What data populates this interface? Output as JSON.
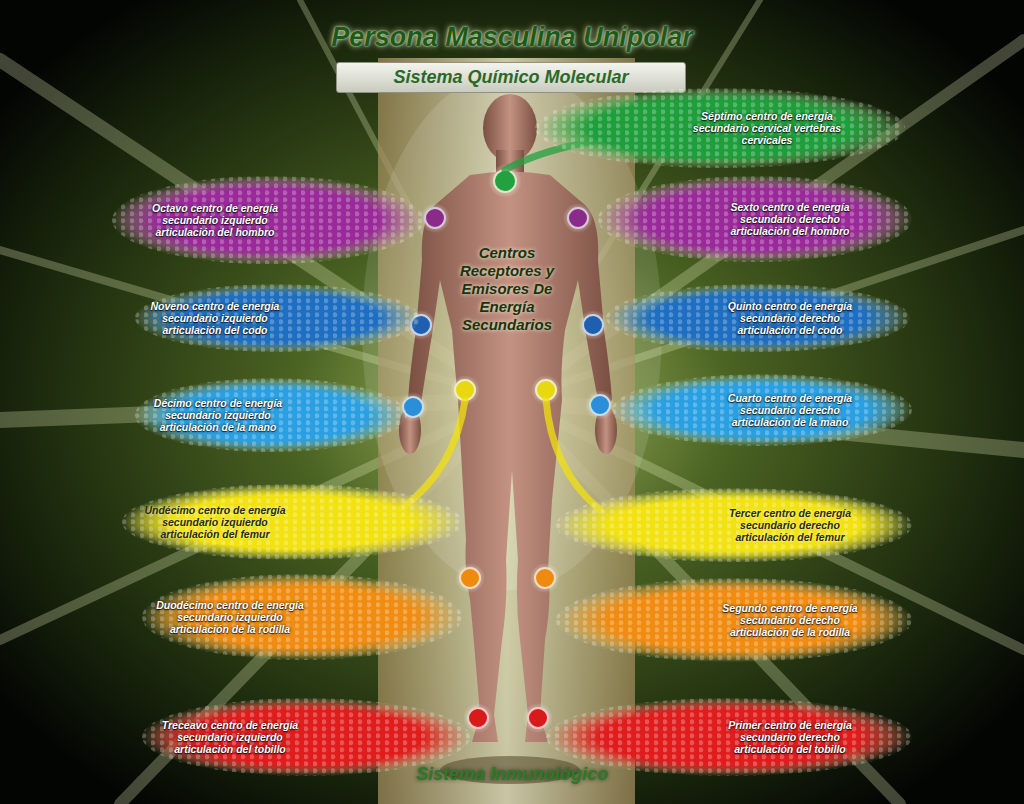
{
  "diagram": {
    "title": "Persona Masculina Unipolar",
    "nodes": [
      {
        "text": [
          "Sistema Químico Molecular"
        ]
      },
      {
        "text": [
          "Séptimo centro de energía secundario cervical vertebras cervicales"
        ]
      },
      {
        "text": [
          "Octavo centro de energía secundario izquierdo articulación del hombro"
        ]
      },
      {
        "text": [
          "Sexto centro de energía secundario derecho articulación del hombro"
        ]
      },
      {
        "text": [
          "Noveno centro de energía secundario izquierdo articulación del codo"
        ]
      },
      {
        "text": [
          "Quinto centro de energía secundario derecho articulación del codo"
        ]
      },
      {
        "text": [
          "Décimo centro de energía secundario izquierdo articulación de la mano"
        ]
      },
      {
        "text": [
          "Cuarto centro de energía secundario derecho articulación de la mano"
        ]
      },
      {
        "text": [
          "Undécimo centro de energía secundario izquierdo articulación del femur"
        ]
      },
      {
        "text": [
          "Tercer centro de energía secundario derecho articulación del femur"
        ]
      },
      {
        "text": [
          "Duodécimo centro de energía secundario izquierdo articulación de la rodilla"
        ]
      },
      {
        "text": [
          "Segundo centro de energía secundario derecho articulación de la rodilla"
        ]
      },
      {
        "text": [
          "Treceavo centro de energía secundario izquierdo articulación del tobillo"
        ]
      },
      {
        "text": [
          "Primer centro de energía secundario derecho articulación del tobillo"
        ]
      }
    ],
    "labels": [
      "Centros Receptores y Emisores De Energía Secundarios",
      "Sistema Inmunológico"
    ]
  }
}
